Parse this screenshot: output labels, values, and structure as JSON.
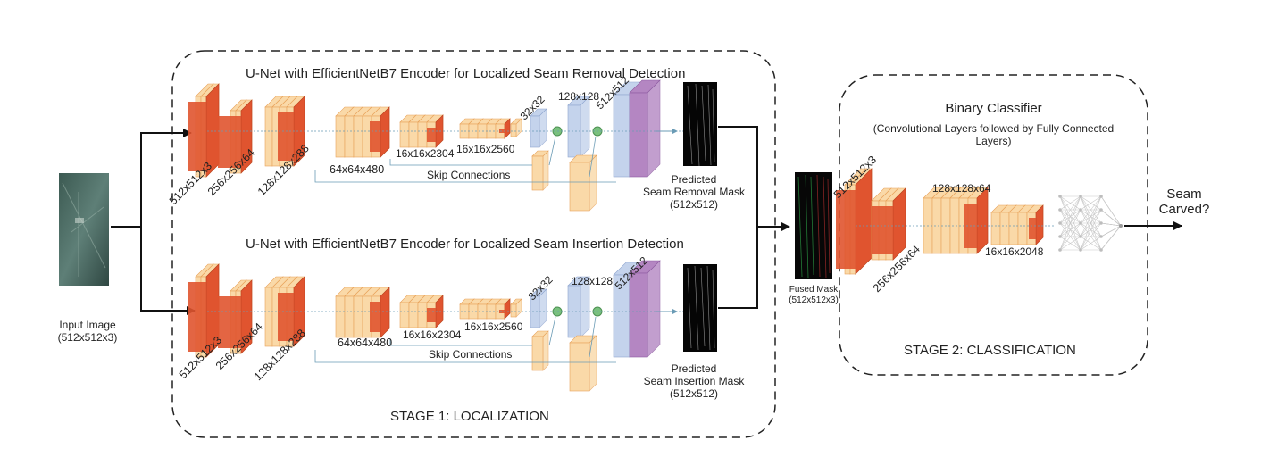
{
  "input": {
    "label": "Input Image",
    "size": "(512x512x3)"
  },
  "stage1": {
    "title": "STAGE 1: LOCALIZATION",
    "removal": {
      "title": "U-Net with EfficientNetB7 Encoder for Localized Seam Removal Detection",
      "dims": [
        "512x512x3",
        "256x256x64",
        "128x128x288",
        "64x64x480",
        "16x16x2304",
        "16x16x2560",
        "32x32",
        "128x128",
        "512x512"
      ],
      "skip": "Skip Connections",
      "mask_line1": "Predicted",
      "mask_line2": "Seam Removal Mask",
      "mask_line3": "(512x512)"
    },
    "insertion": {
      "title": "U-Net with EfficientNetB7 Encoder for Localized Seam Insertion Detection",
      "dims": [
        "512x512x3",
        "256x256x64",
        "128x128x288",
        "64x64x480",
        "16x16x2304",
        "16x16x2560",
        "32x32",
        "128x128",
        "512x512"
      ],
      "skip": "Skip Connections",
      "mask_line1": "Predicted",
      "mask_line2": "Seam Insertion Mask",
      "mask_line3": "(512x512)"
    }
  },
  "fused": {
    "label": "Fused Mask",
    "size": "(512x512x3)"
  },
  "stage2": {
    "title": "STAGE 2: CLASSIFICATION",
    "classifier_title": "Binary Classifier",
    "classifier_desc_1": "(Convolutional Layers followed by Fully Connected",
    "classifier_desc_2": "Layers)",
    "dims": [
      "512x512x3",
      "256x256x64",
      "128x128x64",
      "16x16x2048"
    ]
  },
  "output": {
    "line1": "Seam",
    "line2": "Carved?"
  },
  "colors": {
    "orange_face": "#fad9a8",
    "orange_edge": "#e8a25a",
    "red_face": "#e0542f",
    "blue_face": "#c4d3ec",
    "purple_face": "#b486c2",
    "green_node": "#79c07e"
  }
}
